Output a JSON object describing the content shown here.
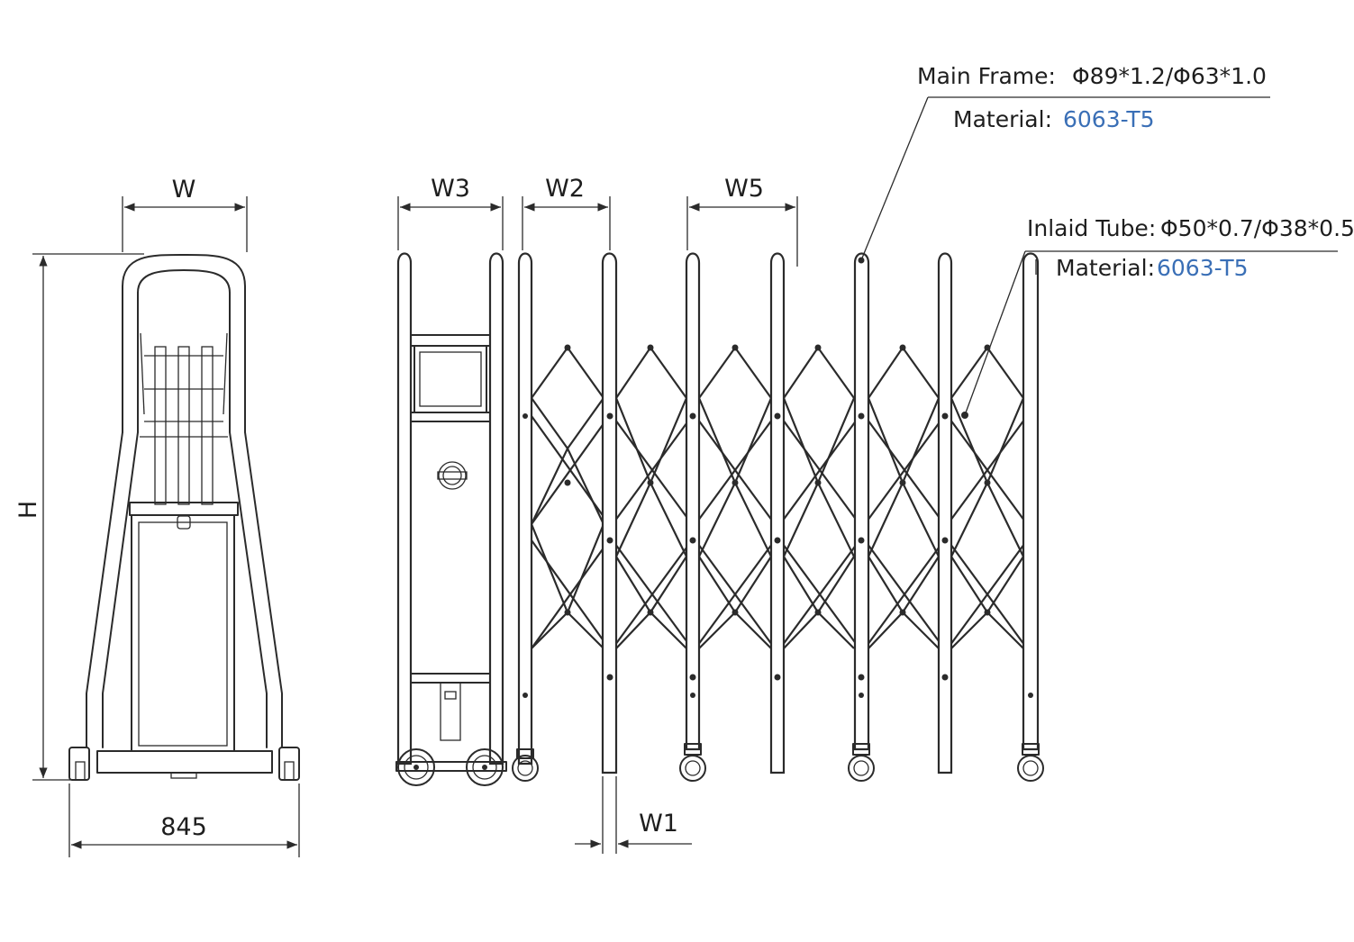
{
  "dimensions": {
    "w": "W",
    "h": "H",
    "base_width": "845",
    "w1": "W1",
    "w2": "W2",
    "w3": "W3",
    "w5": "W5"
  },
  "callouts": {
    "main_frame": {
      "label": "Main Frame:",
      "value": "Φ89*1.2/Φ63*1.0",
      "material_label": "Material:",
      "material_value": "6063-T5"
    },
    "inlaid_tube": {
      "label": "Inlaid Tube:",
      "value": "Φ50*0.7/Φ38*0.5",
      "material_label": "Material:",
      "material_value": "6063-T5"
    }
  },
  "colors": {
    "line": "#2b2b2b",
    "material_accent": "#3a6fb6"
  }
}
